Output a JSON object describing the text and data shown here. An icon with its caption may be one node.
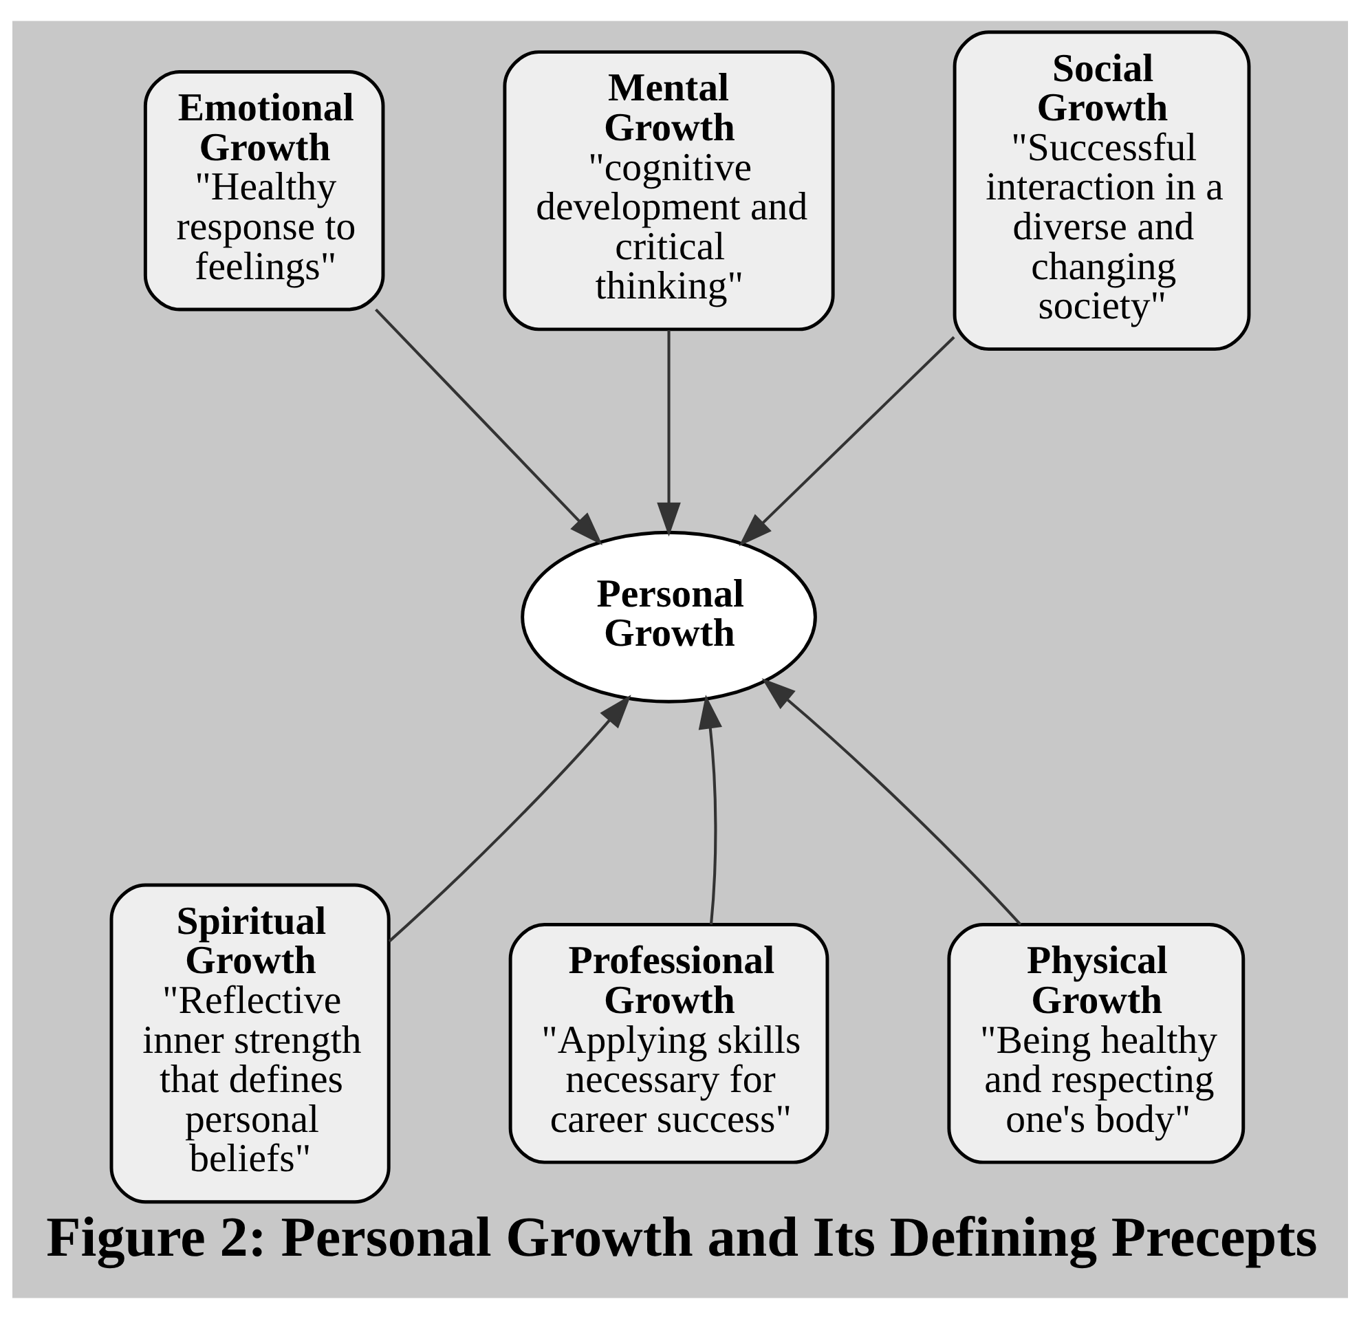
{
  "diagram": {
    "caption": "Figure 2: Personal Growth and Its Defining Precepts",
    "nodes": [
      {
        "text": [
          "Emotional Growth",
          "\"Healthy response to feelings\""
        ]
      },
      {
        "text": [
          "Mental Growth",
          "\"cognitive development and critical thinking\""
        ]
      },
      {
        "text": [
          "Social Growth",
          "\"Successful interaction in a diverse and changing society\""
        ]
      },
      {
        "text": [
          "Personal Growth"
        ]
      },
      {
        "text": [
          "Spiritual Growth",
          "\"Reflective inner strength that defines personal beliefs\""
        ]
      },
      {
        "text": [
          "Professional Growth",
          "\"Applying skills necessary for career success\""
        ]
      },
      {
        "text": [
          "Physical Growth",
          "\"Being healthy and respecting one's body\""
        ]
      }
    ],
    "edges": [
      {
        "from": 0,
        "to": 3,
        "arrow": "to"
      },
      {
        "from": 1,
        "to": 3,
        "arrow": "to"
      },
      {
        "from": 2,
        "to": 3,
        "arrow": "to"
      },
      {
        "from": 4,
        "to": 3,
        "arrow": "to"
      },
      {
        "from": 5,
        "to": 3,
        "arrow": "to"
      },
      {
        "from": 6,
        "to": 3,
        "arrow": "to"
      }
    ]
  }
}
